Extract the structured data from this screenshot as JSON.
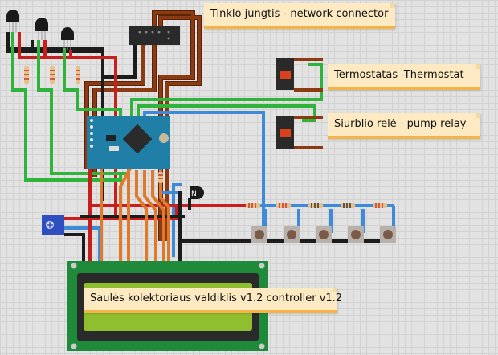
{
  "diagram": {
    "type": "breadboard-circuit",
    "labels": {
      "network_connector": "Tinklo jungtis - network connector",
      "thermostat": "Termostatas -Thermostat",
      "pump_relay": "Siurblio relė - pump relay",
      "controller": "Saulės kolektoriaus valdiklis v1.2 controller v1.2"
    },
    "components": {
      "temperature_sensors": 3,
      "sensor_resistors": 3,
      "buttons": 5,
      "button_resistors": 5,
      "relays": 2,
      "microcontroller": "arduino-pro-mini",
      "lcd": "16x2 LCD",
      "potentiometer": 1,
      "transistor": 1,
      "header_connector": "2x5 pin header"
    },
    "colors": {
      "wire_green": "#2fb33a",
      "wire_red": "#c81e1e",
      "wire_black": "#1c1c1c",
      "wire_brown": "#8b3a12",
      "wire_blue": "#3c8ad8",
      "wire_orange": "#e07a2a",
      "pcb_green": "#1f8a3a",
      "arduino_blue": "#1f7fa6",
      "lcd_screen": "#8fbf2e",
      "note_bg": "#fde9c2",
      "note_border": "#f3b54a"
    }
  }
}
